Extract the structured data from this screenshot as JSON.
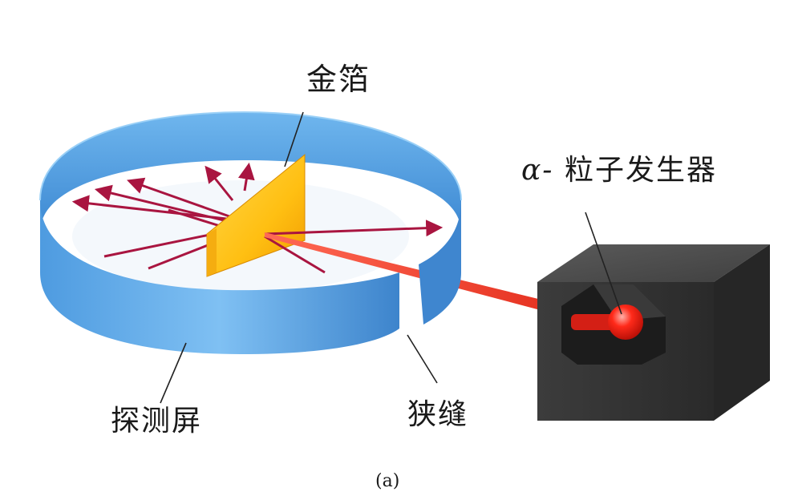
{
  "labels": {
    "gold_foil": "金箔",
    "alpha_symbol": "α-",
    "particle_source": "粒子发生器",
    "detection_screen": "探测屏",
    "slit": "狭缝",
    "caption": "(a)"
  },
  "colors": {
    "screen_blue": "#5aa7e8",
    "screen_blue_dark": "#3f87cf",
    "foil_gold": "#ffc21a",
    "beam_red": "#e0271f",
    "arrow_red": "#b3163a",
    "source_block": "#3a3a3a"
  }
}
